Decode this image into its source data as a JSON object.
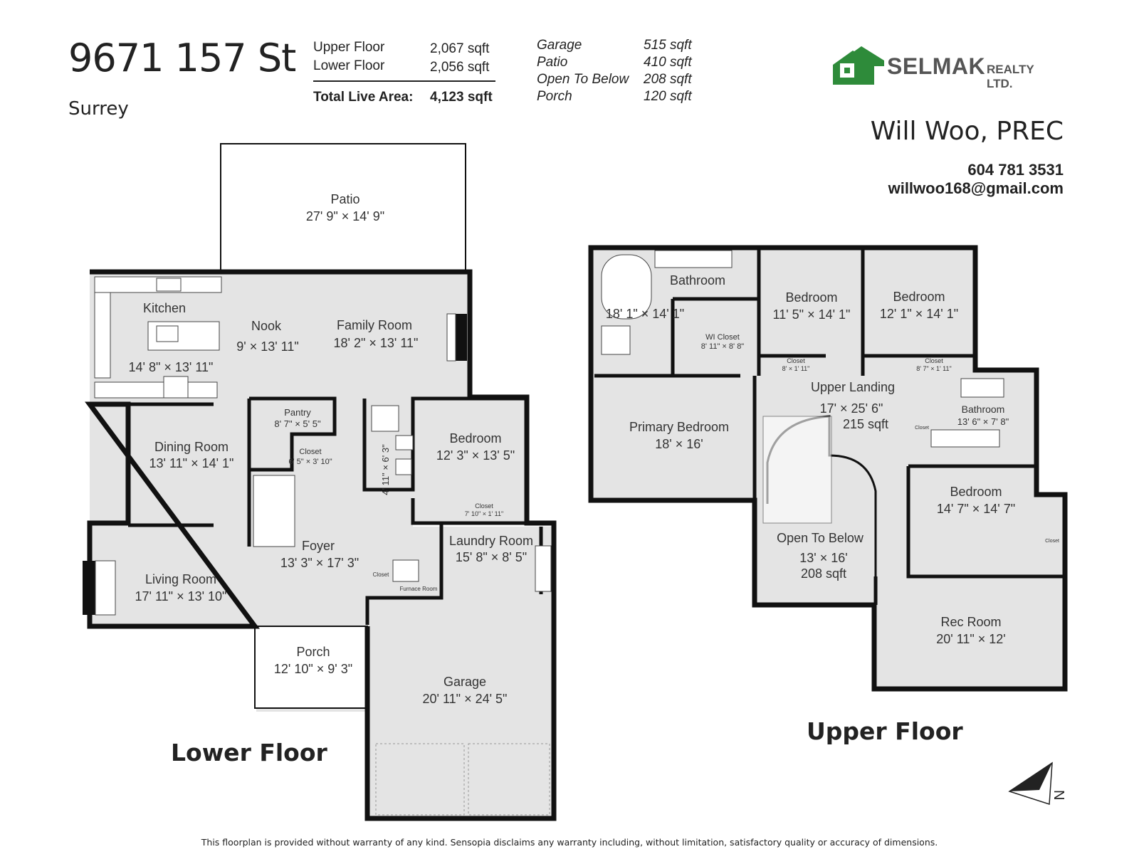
{
  "header": {
    "address": "9671 157 St",
    "city": "Surrey"
  },
  "areas_live": [
    {
      "label": "Upper Floor",
      "value": "2,067 sqft"
    },
    {
      "label": "Lower Floor",
      "value": "2,056 sqft"
    }
  ],
  "total": {
    "label": "Total Live Area:",
    "value": "4,123 sqft"
  },
  "areas_other": [
    {
      "label": "Garage",
      "value": "515 sqft"
    },
    {
      "label": "Patio",
      "value": "410 sqft"
    },
    {
      "label": "Open To Below",
      "value": "208 sqft"
    },
    {
      "label": "Porch",
      "value": "120 sqft"
    }
  ],
  "brand": {
    "name": "SELMAK",
    "suffix": "REALTY LTD.",
    "color": "#2e8b3a"
  },
  "agent": {
    "name": "Will Woo, PREC",
    "phone": "604 781 3531",
    "email": "willwoo168@gmail.com"
  },
  "lower_floor": {
    "label": "Lower Floor",
    "rooms": [
      {
        "name": "Patio",
        "dims": "27' 9\" × 14' 9\""
      },
      {
        "name": "Kitchen",
        "dims": "14' 8\" × 13' 11\""
      },
      {
        "name": "Nook",
        "dims": "9' × 13' 11\""
      },
      {
        "name": "Family Room",
        "dims": "18' 2\" × 13' 11\""
      },
      {
        "name": "Pantry",
        "dims": "8' 7\" × 5' 5\""
      },
      {
        "name": "Closet",
        "dims": "6' 5\" × 3' 10\""
      },
      {
        "name": "Dining Room",
        "dims": "13' 11\" × 14' 1\""
      },
      {
        "name": "Bedroom",
        "dims": "12' 3\" × 13' 5\""
      },
      {
        "name": "Closet",
        "dims": "7' 10\" × 1' 11\""
      },
      {
        "name": "",
        "dims": "4' 11\" × 6' 3\""
      },
      {
        "name": "Foyer",
        "dims": "13' 3\" × 17' 3\""
      },
      {
        "name": "Laundry Room",
        "dims": "15' 8\" × 8' 5\""
      },
      {
        "name": "Living Room",
        "dims": "17' 11\" × 13' 10\""
      },
      {
        "name": "Closet",
        "dims": ""
      },
      {
        "name": "Furnace Room",
        "dims": ""
      },
      {
        "name": "Porch",
        "dims": "12' 10\" × 9' 3\""
      },
      {
        "name": "Garage",
        "dims": "20' 11\" × 24' 5\""
      }
    ]
  },
  "upper_floor": {
    "label": "Upper Floor",
    "rooms": [
      {
        "name": "Bathroom",
        "dims": "18' 1\" × 14' 1\""
      },
      {
        "name": "WI Closet",
        "dims": "8' 11\" × 8' 8\""
      },
      {
        "name": "Bedroom",
        "dims": "11' 5\" × 14' 1\""
      },
      {
        "name": "Closet",
        "dims": "8' × 1' 11\""
      },
      {
        "name": "Bedroom",
        "dims": "12' 1\" × 14' 1\""
      },
      {
        "name": "Closet",
        "dims": "8' 7\" × 1' 11\""
      },
      {
        "name": "Upper Landing",
        "dims": "17' × 25' 6\"",
        "area": "215 sqft"
      },
      {
        "name": "Bathroom",
        "dims": "13' 6\" × 7' 8\""
      },
      {
        "name": "Closet",
        "dims": ""
      },
      {
        "name": "Primary Bedroom",
        "dims": "18' × 16'"
      },
      {
        "name": "Bedroom",
        "dims": "14' 7\" × 14' 7\""
      },
      {
        "name": "Closet",
        "dims": ""
      },
      {
        "name": "Open To Below",
        "dims": "13' × 16'",
        "area": "208 sqft"
      },
      {
        "name": "Rec Room",
        "dims": "20' 11\" × 12'"
      }
    ]
  },
  "compass": {
    "letter": "N"
  },
  "footer": "This floorplan is provided without warranty of any kind. Sensopia disclaims any warranty including, without limitation, satisfactory quality or accuracy of dimensions."
}
